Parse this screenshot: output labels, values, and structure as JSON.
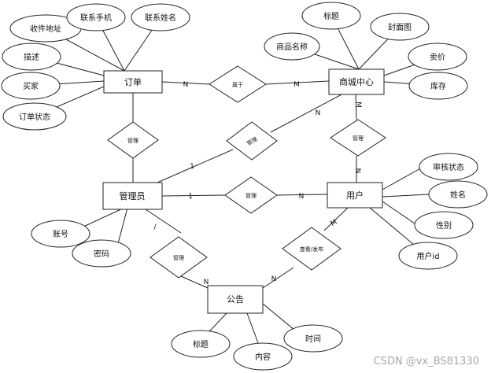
{
  "entities": {
    "order": "订单",
    "mall": "商城中心",
    "admin": "管理员",
    "user": "用户",
    "notice": "公告"
  },
  "relationships": {
    "belongs": "属于",
    "manage_order": "管理",
    "publish_mall": "管理",
    "manage_user_mall": "管理",
    "admin_user": "管理",
    "admin_notice": "管理",
    "view_publish": "查看/发布"
  },
  "attributes": {
    "order": [
      "收件地址",
      "联系手机",
      "联系姓名",
      "描述",
      "买家",
      "订单状态"
    ],
    "mall": [
      "标题",
      "封面图",
      "商品名称",
      "卖价",
      "库存"
    ],
    "admin": [
      "账号",
      "密码"
    ],
    "user": [
      "审核状态",
      "姓名",
      "性别",
      "用户id"
    ],
    "notice": [
      "标题",
      "内容",
      "时间"
    ]
  },
  "cardinalities": {
    "order_belongs": "N",
    "mall_belongs": "M",
    "mall_user_top": "M",
    "mall_user_bottom": "N",
    "mall_publish": "N",
    "admin_publish": "1",
    "admin_user_left": "1",
    "admin_user_right": "N",
    "admin_notice_top": "/",
    "admin_notice_bottom": "N",
    "user_notice_top": "M",
    "user_notice_bottom": "N"
  },
  "watermark": "CSDN @vx_BS81330"
}
